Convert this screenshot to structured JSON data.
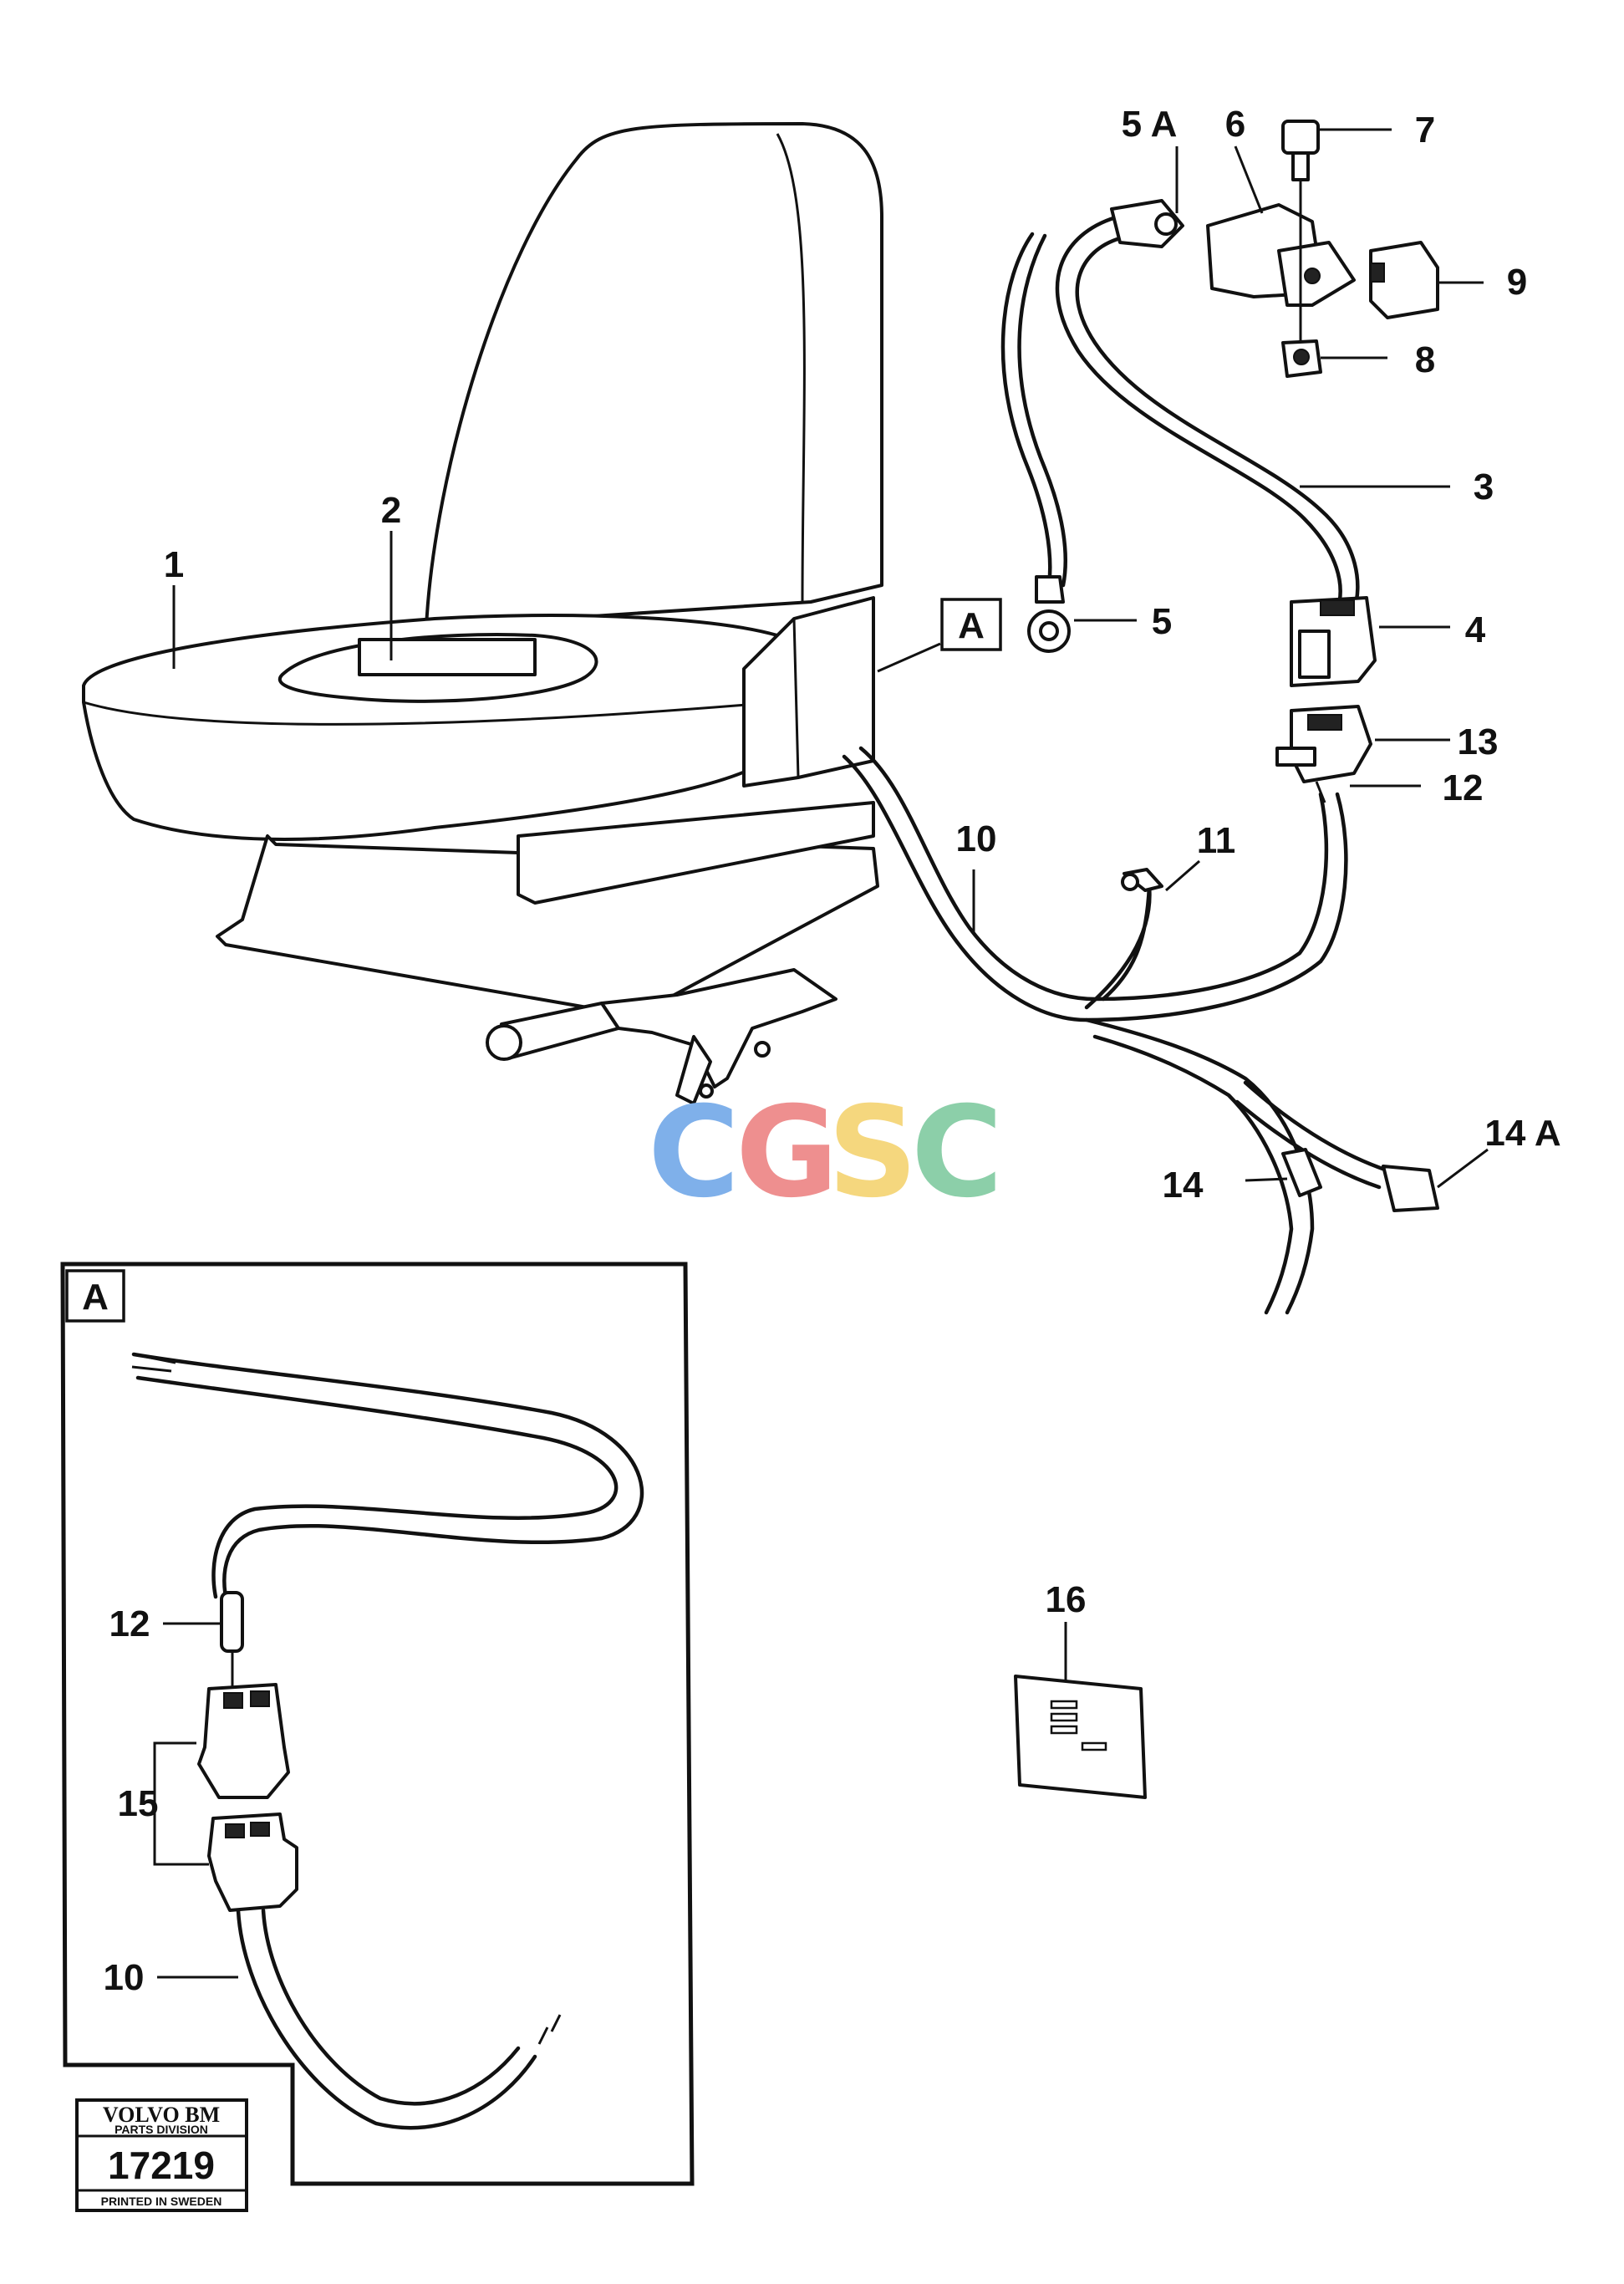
{
  "diagram": {
    "callouts": {
      "c1": "1",
      "c2": "2",
      "c3": "3",
      "c4": "4",
      "c5": "5",
      "c5a": "5 A",
      "c6": "6",
      "c7": "7",
      "c8": "8",
      "c9": "9",
      "c10": "10",
      "c11": "11",
      "c12": "12",
      "c13": "13",
      "c14": "14",
      "c14a": "14 A",
      "c16": "16"
    },
    "detail_ref": "A",
    "detail": {
      "label": "A",
      "callouts": {
        "c12": "12",
        "c15": "15",
        "c10": "10"
      }
    }
  },
  "watermark": {
    "letters": [
      "C",
      "G",
      "S",
      "C"
    ],
    "colors": [
      "#7fb0ea",
      "#ee8f8f",
      "#f5d77e",
      "#8ccfa9"
    ]
  },
  "stamp": {
    "brand": "VOLVO BM",
    "division": "PARTS DIVISION",
    "number": "17219",
    "footer": "PRINTED IN SWEDEN"
  }
}
